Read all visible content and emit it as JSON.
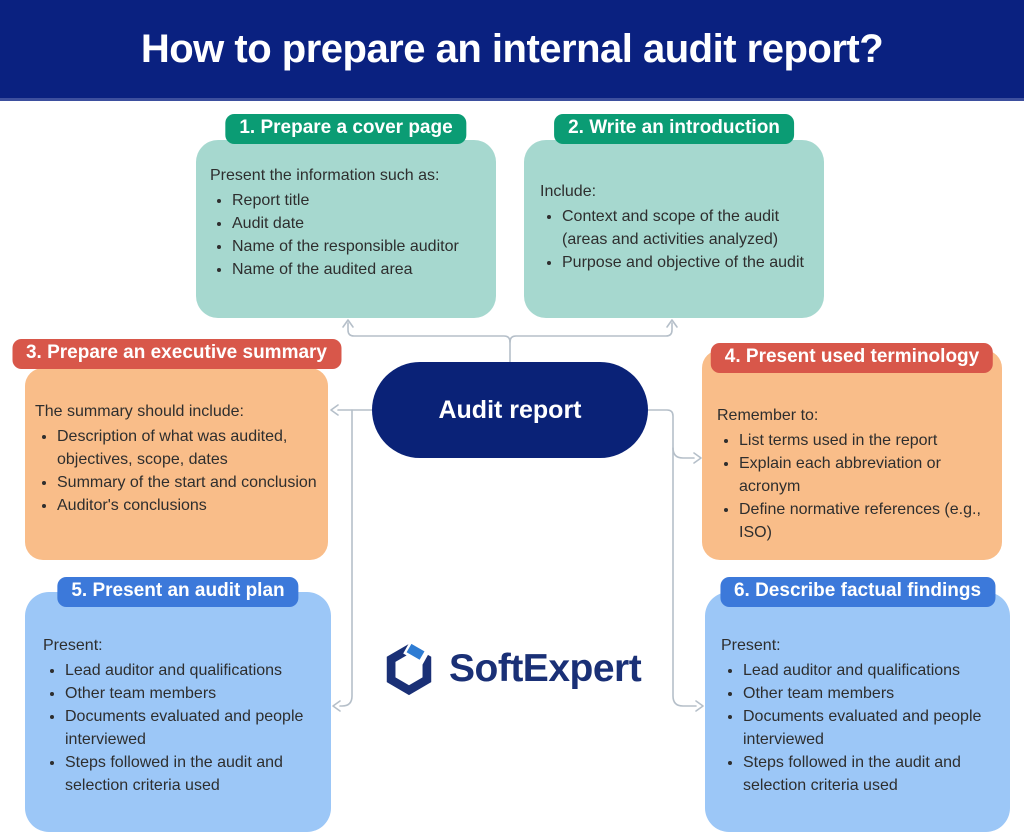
{
  "banner": {
    "title": "How to prepare an internal audit report?"
  },
  "center_node": {
    "label": "Audit report"
  },
  "logo": {
    "brand": "SoftExpert",
    "icon": "softexpert-hexagon-mark",
    "navy": "#1a3076",
    "accent_blue": "#2e7cd3"
  },
  "colors": {
    "banner_bg": "#0a2180",
    "center_node_bg": "#0a2277",
    "connector": "#b5bfc9",
    "body_text": "#2e2e2e",
    "teal_header": "#0b9c74",
    "teal_body": "#a6d8cf",
    "red_header": "#d8574a",
    "orange_body": "#f9bd89",
    "blue_header": "#3c79da",
    "blue_body": "#9cc7f7"
  },
  "boxes": [
    {
      "id": "step-1",
      "number_title": "1. Prepare a cover page",
      "intro": "Present the information such as:",
      "bullets": [
        "Report title",
        "Audit date",
        "Name of the responsible auditor",
        "Name of the audited area"
      ],
      "header_bg": "#0b9c74",
      "body_bg": "#a6d8cf"
    },
    {
      "id": "step-2",
      "number_title": "2. Write an introduction",
      "intro": "Include:",
      "bullets": [
        "Context and scope of the audit (areas and activities analyzed)",
        "Purpose and objective of the audit"
      ],
      "header_bg": "#0b9c74",
      "body_bg": "#a6d8cf"
    },
    {
      "id": "step-3",
      "number_title": "3. Prepare an executive summary",
      "intro": "The summary should include:",
      "bullets": [
        "Description of what was audited, objectives, scope, dates",
        "Summary of the start and conclusion",
        "Auditor's conclusions"
      ],
      "header_bg": "#d8574a",
      "body_bg": "#f9bd89"
    },
    {
      "id": "step-4",
      "number_title": "4. Present used terminology",
      "intro": "Remember to:",
      "bullets": [
        "List terms used in the report",
        "Explain each abbreviation or acronym",
        "Define normative references (e.g., ISO)"
      ],
      "header_bg": "#d8574a",
      "body_bg": "#f9bd89"
    },
    {
      "id": "step-5",
      "number_title": "5. Present an audit plan",
      "intro": "Present:",
      "bullets": [
        "Lead auditor and qualifications",
        "Other team members",
        "Documents evaluated and people interviewed",
        "Steps followed in the audit and selection criteria used"
      ],
      "header_bg": "#3c79da",
      "body_bg": "#9cc7f7"
    },
    {
      "id": "step-6",
      "number_title": "6. Describe factual findings",
      "intro": "Present:",
      "bullets": [
        "Lead auditor and qualifications",
        "Other team members",
        "Documents evaluated and people interviewed",
        "Steps followed in the audit and selection criteria used"
      ],
      "header_bg": "#3c79da",
      "body_bg": "#9cc7f7"
    }
  ]
}
